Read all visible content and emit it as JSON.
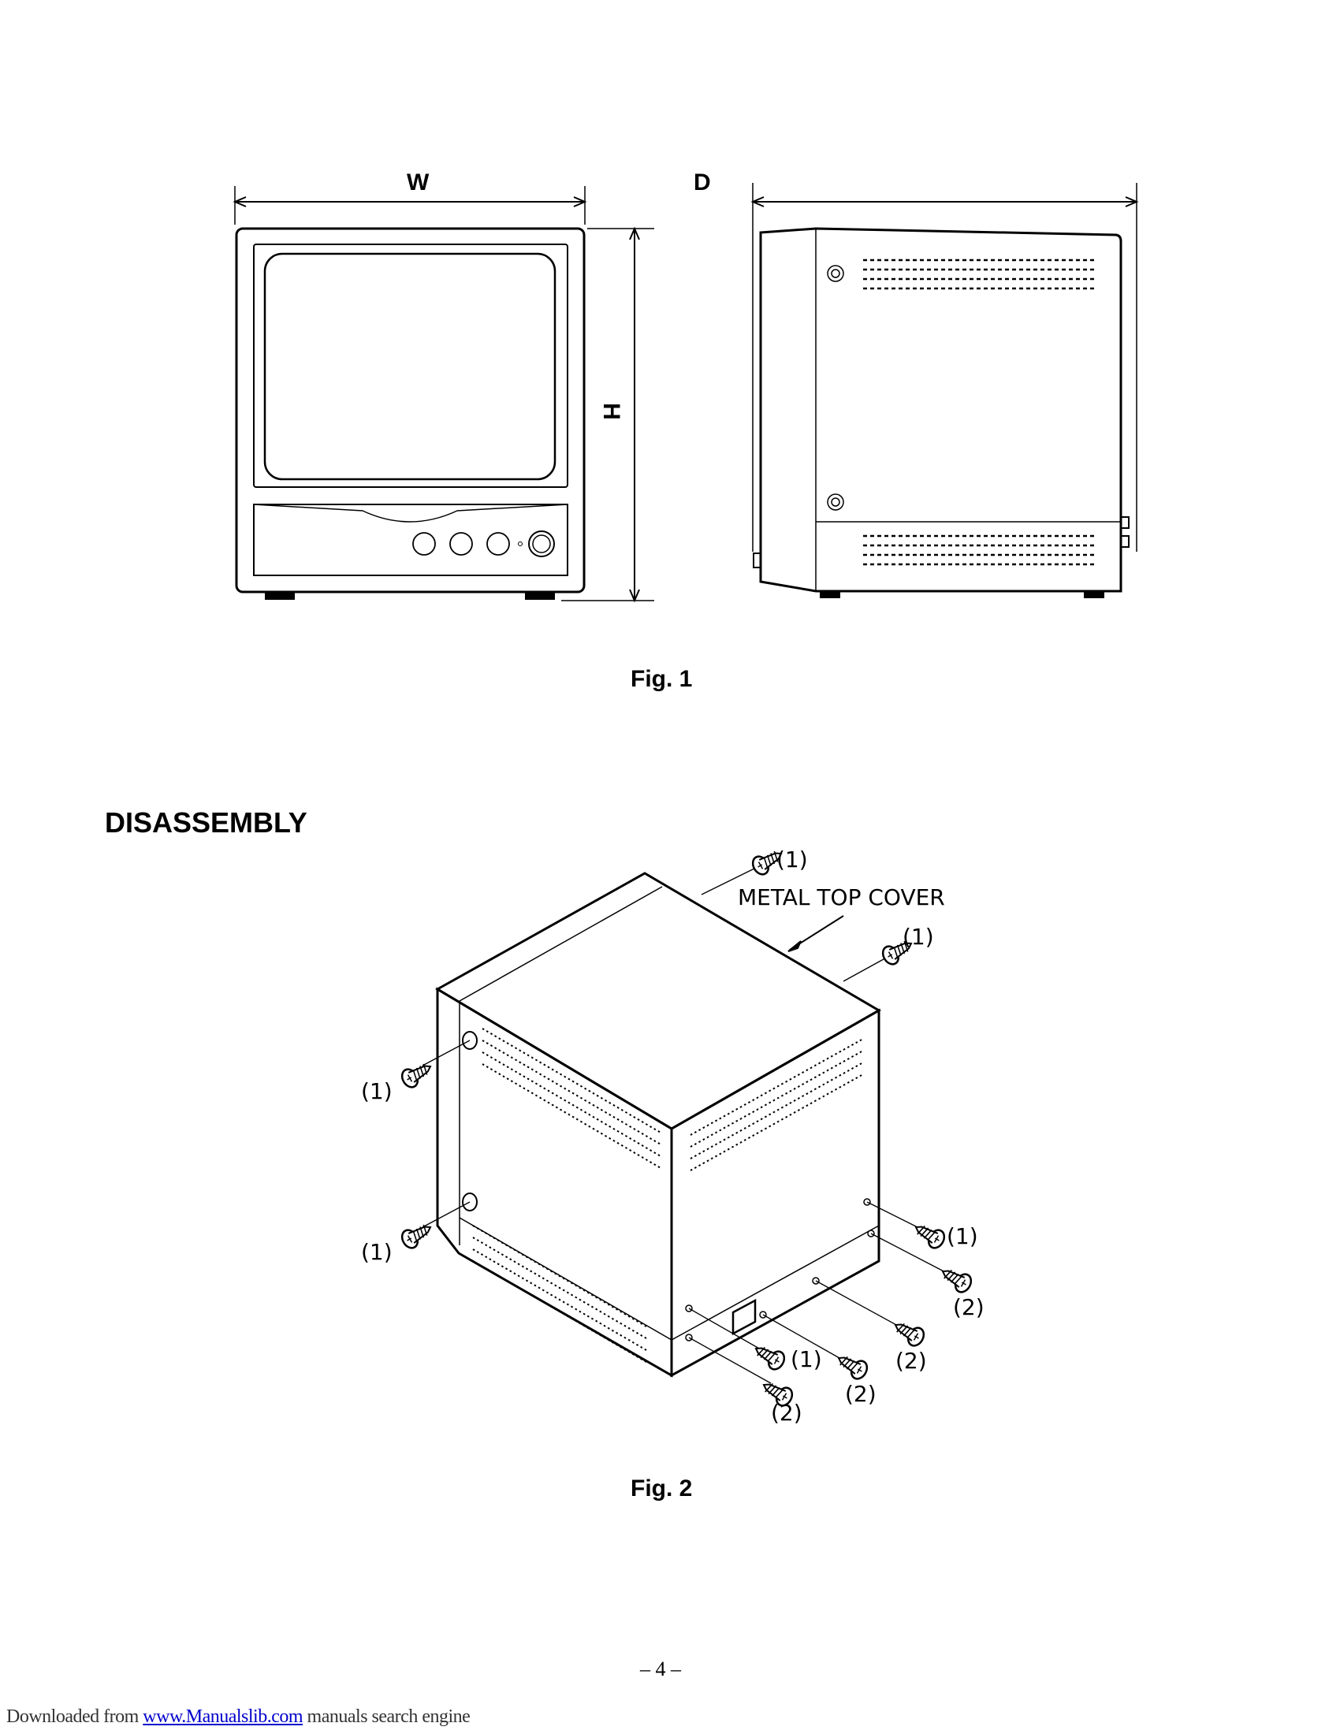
{
  "fig1": {
    "caption": "Fig. 1",
    "width_label": "W",
    "depth_label": "D",
    "height_label": "H"
  },
  "disassembly": {
    "heading": "DISASSEMBLY",
    "cover_label": "METAL TOP COVER",
    "screw_label_1": "(1)",
    "screw_label_2": "(2)",
    "caption": "Fig. 2"
  },
  "page_number": "– 4 –",
  "footer": {
    "prefix": "Downloaded from ",
    "link_text": "www.Manualslib.com",
    "suffix": " manuals search engine"
  }
}
